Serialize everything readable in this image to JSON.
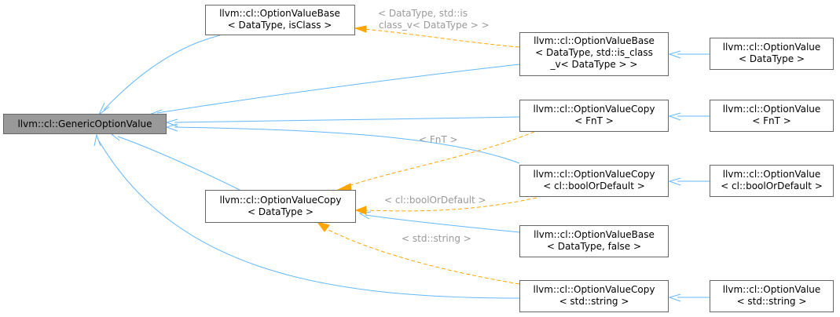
{
  "colors": {
    "inheritance_edge": "#63b8ff",
    "template_edge": "#ffa500",
    "root_fill": "#999999",
    "node_border": "#666666",
    "label_text": "#9a9a9a"
  },
  "nodes": {
    "generic_option_value": {
      "lines": [
        "llvm::cl::GenericOptionValue"
      ]
    },
    "option_value_base_isclass": {
      "lines": [
        "llvm::cl::OptionValueBase",
        "< DataType, isClass >"
      ]
    },
    "option_value_base_std_is_class": {
      "lines": [
        "llvm::cl::OptionValueBase",
        "< DataType, std::is_class",
        "_v< DataType > >"
      ]
    },
    "option_value_datatype": {
      "lines": [
        "llvm::cl::OptionValue",
        "< DataType >"
      ]
    },
    "option_value_copy_fnt": {
      "lines": [
        "llvm::cl::OptionValueCopy",
        "< FnT >"
      ]
    },
    "option_value_fnt": {
      "lines": [
        "llvm::cl::OptionValue",
        "< FnT >"
      ]
    },
    "option_value_copy_boolordefault": {
      "lines": [
        "llvm::cl::OptionValueCopy",
        "< cl::boolOrDefault >"
      ]
    },
    "option_value_boolordefault": {
      "lines": [
        "llvm::cl::OptionValue",
        "< cl::boolOrDefault >"
      ]
    },
    "option_value_copy_datatype": {
      "lines": [
        "llvm::cl::OptionValueCopy",
        "< DataType >"
      ]
    },
    "option_value_base_false": {
      "lines": [
        "llvm::cl::OptionValueBase",
        "< DataType, false >"
      ]
    },
    "option_value_copy_string": {
      "lines": [
        "llvm::cl::OptionValueCopy",
        "< std::string >"
      ]
    },
    "option_value_string": {
      "lines": [
        "llvm::cl::OptionValue",
        "< std::string >"
      ]
    }
  },
  "edge_labels": {
    "is_class_template": [
      "< DataType, std::is",
      "class_v< DataType > >"
    ],
    "fnt_template": [
      "< FnT >"
    ],
    "boolordefault_template": [
      "< cl::boolOrDefault >"
    ],
    "string_template": [
      "< std::string >"
    ]
  }
}
